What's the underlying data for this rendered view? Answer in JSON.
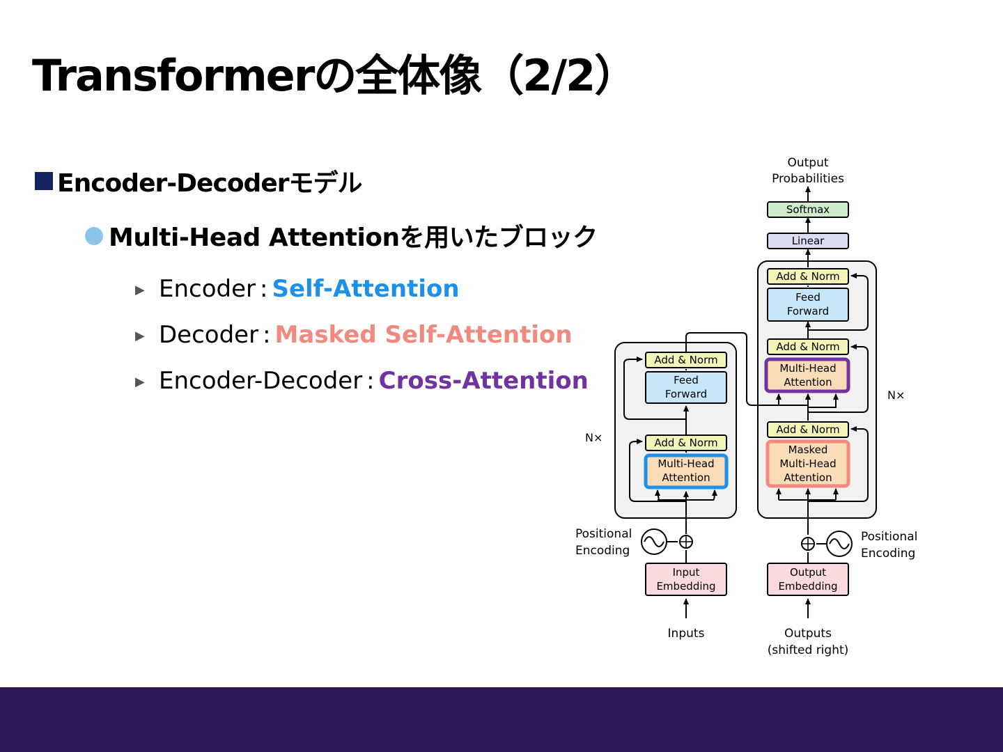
{
  "slide": {
    "title": "Transformerの全体像（2/2）",
    "level1": "Encoder-Decoderモデル",
    "level2": "Multi-Head Attentionを用いたブロック",
    "items": [
      {
        "label": "Encoder",
        "sep": ":",
        "value": "Self-Attention",
        "color": "#1e90e8"
      },
      {
        "label": "Decoder",
        "sep": ":",
        "value": "Masked Self-Attention",
        "color": "#f08a80"
      },
      {
        "label": "Encoder-Decoder",
        "sep": ":",
        "value": "Cross-Attention",
        "color": "#7033a0"
      }
    ]
  },
  "diagram": {
    "output_probabilities": [
      "Output",
      "Probabilities"
    ],
    "softmax": "Softmax",
    "linear": "Linear",
    "add_norm": "Add & Norm",
    "feed_forward": [
      "Feed",
      "Forward"
    ],
    "multi_head_attention": [
      "Multi-Head",
      "Attention"
    ],
    "masked_multi_head_attention": [
      "Masked",
      "Multi-Head",
      "Attention"
    ],
    "nx": "N×",
    "positional_encoding": [
      "Positional",
      "Encoding"
    ],
    "input_embedding": [
      "Input",
      "Embedding"
    ],
    "output_embedding": [
      "Output",
      "Embedding"
    ],
    "inputs": "Inputs",
    "outputs": [
      "Outputs",
      "(shifted right)"
    ],
    "colors": {
      "add_norm": "#f3f5b8",
      "feed_forward": "#c7e6f7",
      "attention": "#fbdcb8",
      "embedding": "#fadadd",
      "softmax": "#cfeccf",
      "linear": "#dcdcf2",
      "block_bg": "#f1f1f1",
      "self_attention_border": "#1e90e8",
      "masked_attention_border": "#f08a80",
      "cross_attention_border": "#7033a0",
      "footer": "#2e1a56"
    }
  }
}
